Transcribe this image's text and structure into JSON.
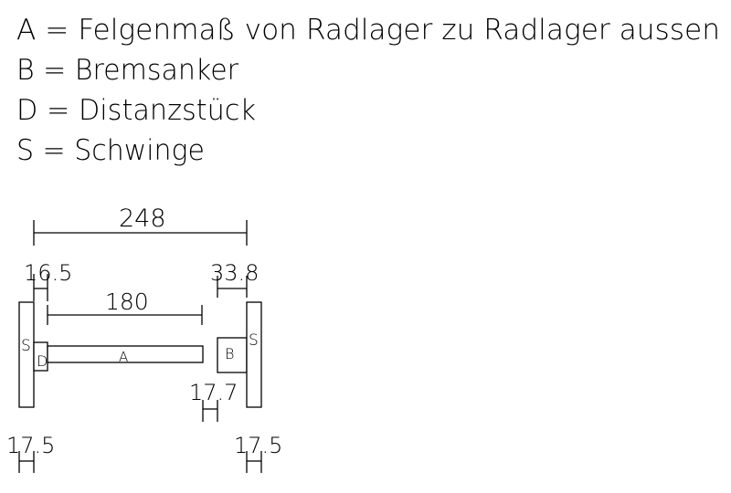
{
  "legend": [
    {
      "key": "A",
      "text": "A = Felgenmaß von Radlager zu Radlager aussen"
    },
    {
      "key": "B",
      "text": "B = Bremsanker"
    },
    {
      "key": "D",
      "text": "D = Distanzstück"
    },
    {
      "key": "S",
      "text": "S = Schwinge"
    }
  ],
  "parts": {
    "swing_left": "S",
    "swing_right": "S",
    "spacer": "D",
    "axle": "A",
    "brake_anchor": "B"
  },
  "dimensions": {
    "overall": "248",
    "left_offset": "16.5",
    "right_offset": "33.8",
    "axle_length": "180",
    "brake_anchor_width": "17.7",
    "swing_left_width": "17.5",
    "swing_right_width": "17.5"
  }
}
